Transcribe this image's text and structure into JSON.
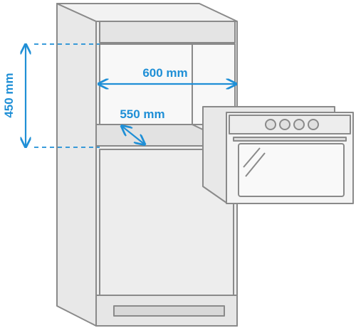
{
  "dimensions": {
    "width_label": "600 mm",
    "depth_label": "550 mm",
    "height_label": "450 mm"
  },
  "colors": {
    "outline": "#8a8a8a",
    "fill": "#e8e8e8",
    "fill_light": "#f4f4f4",
    "dimension": "#1f8fd6",
    "text": "#1f6fae"
  }
}
